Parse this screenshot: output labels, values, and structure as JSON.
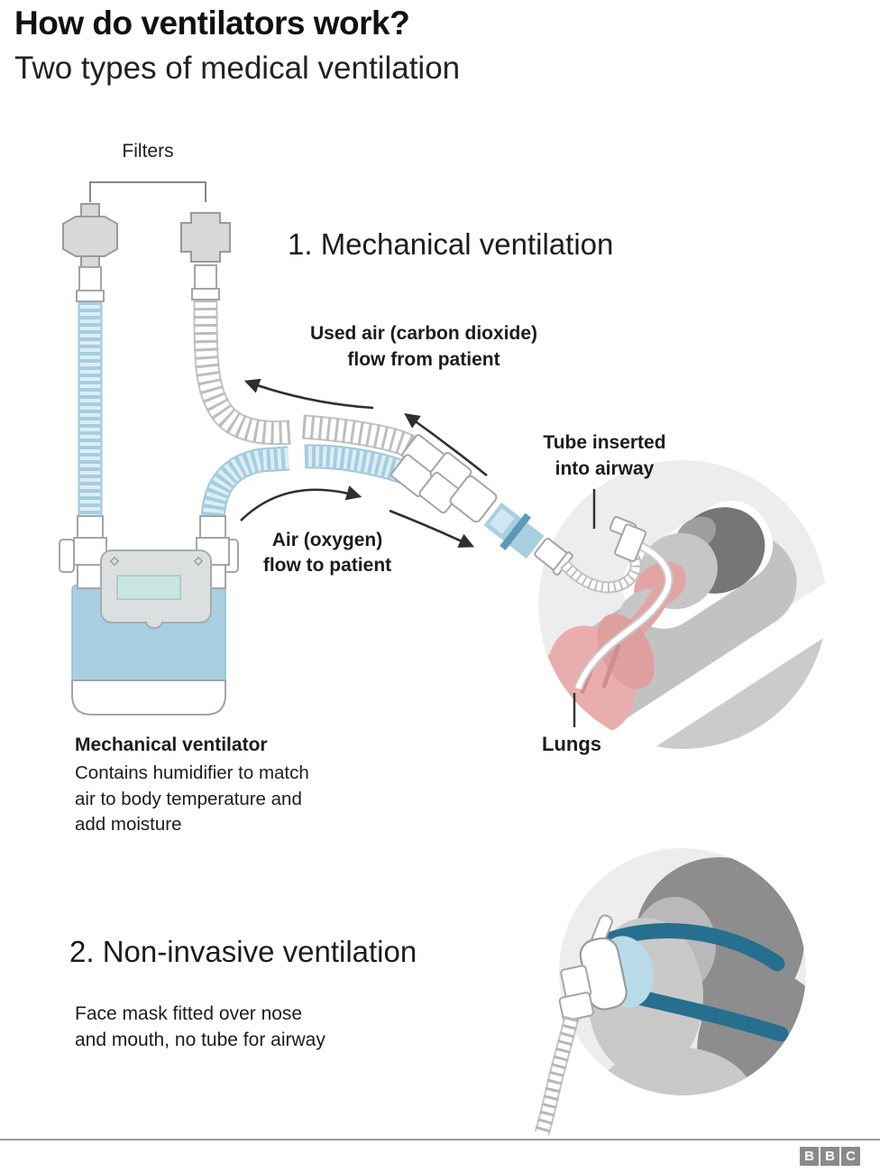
{
  "header": {
    "title": "How do ventilators work?",
    "subtitle": "Two types of medical ventilation"
  },
  "section_mechanical": {
    "heading": "1. Mechanical ventilation",
    "filters_label": "Filters",
    "used_air_label": [
      "Used air (carbon dioxide)",
      "flow from patient"
    ],
    "air_oxygen_label": [
      "Air (oxygen)",
      "flow to patient"
    ],
    "tube_label": [
      "Tube inserted",
      "into airway"
    ],
    "lungs_label": "Lungs",
    "ventilator_caption_title": "Mechanical ventilator",
    "ventilator_caption_lines": [
      "Contains humidifier to match",
      "air to body temperature and",
      "add moisture"
    ]
  },
  "section_noninvasive": {
    "heading": "2. Non-invasive ventilation",
    "caption_lines": [
      "Face mask fitted over nose",
      "and mouth, no tube for airway"
    ]
  },
  "footer": {
    "logo_letters": [
      "B",
      "B",
      "C"
    ]
  },
  "colors": {
    "background": "#ffffff",
    "text": "#1c1c1c",
    "tube_blue": "#a5cde0",
    "machine_blue": "#a9cfe2",
    "panel_gray": "#dcdfe0",
    "screen_teal": "#c9e6e2",
    "circle_gray": "#ededed",
    "lung_pink": "#e9adad",
    "strap_teal": "#276f8e",
    "hair_gray": "#8d8d8d",
    "logo_gray": "#8a8a8a",
    "rule_gray": "#9b9b9b"
  }
}
